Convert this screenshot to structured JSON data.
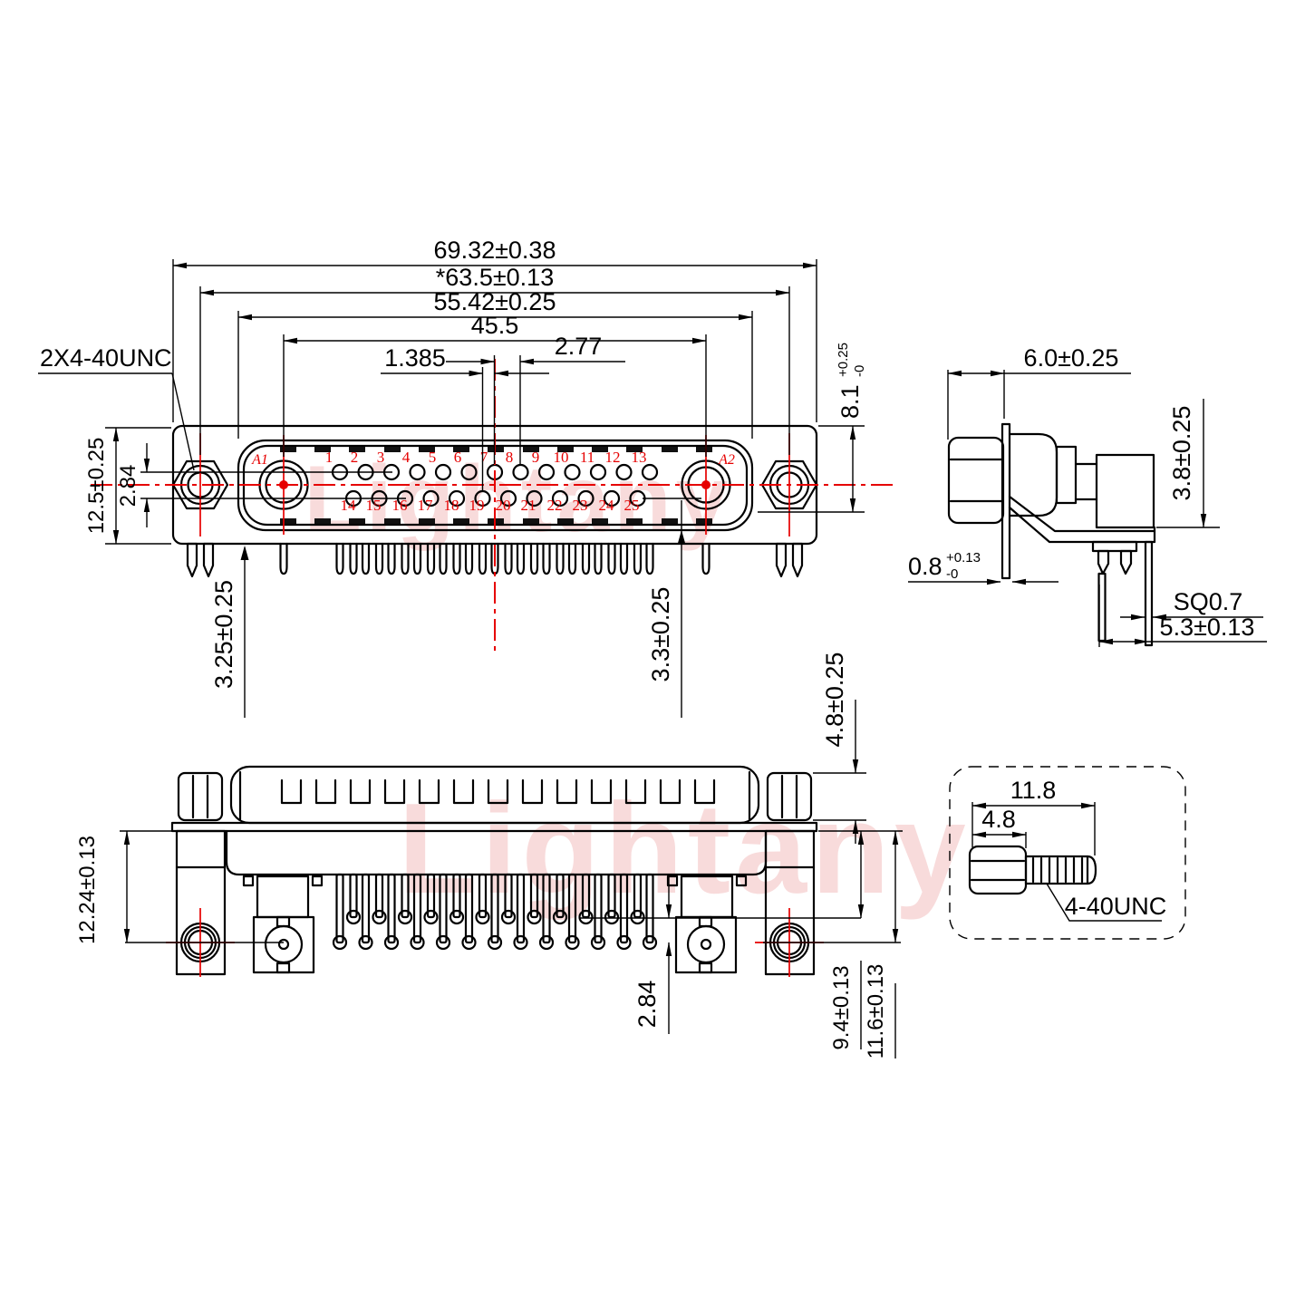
{
  "colors": {
    "stroke": "#000000",
    "red": "#e60000",
    "watermark_pink": "#ea8c8c"
  },
  "watermark": {
    "text": "Lightany"
  },
  "front_view": {
    "thread_label": "2X4-40UNC",
    "coax_label_1": "A1",
    "coax_label_2": "A2",
    "dims": {
      "overall_width": "69.32±0.38",
      "mounting_span": "*63.5±0.13",
      "shell_width": "55.42±0.25",
      "coax_span": "45.5",
      "pin_pitch": "2.77",
      "row_offset": "1.385",
      "shell_height_value": "8.1",
      "shell_height_plus": "+0.25",
      "shell_height_minus": "-0",
      "flange_height": "12.5±0.25",
      "row_gap": "2.84",
      "left_standoff": "3.25±0.25",
      "right_standoff": "3.3±0.25"
    },
    "pins_row1": [
      "1",
      "2",
      "3",
      "4",
      "5",
      "6",
      "7",
      "8",
      "9",
      "10",
      "11",
      "12",
      "13"
    ],
    "pins_row2": [
      "14",
      "15",
      "16",
      "17",
      "18",
      "19",
      "20",
      "21",
      "22",
      "23",
      "24",
      "25"
    ]
  },
  "side_view": {
    "dims": {
      "front_depth": "6.0±0.25",
      "tail_setback": "3.8±0.25",
      "flange_thickness_value": "0.8",
      "flange_thickness_plus": "+0.13",
      "flange_thickness_minus": "-0",
      "pin_section": "SQ0.7",
      "tail_length": "5.3±0.13"
    }
  },
  "bottom_view": {
    "dims": {
      "bracket_depth": "12.24±0.13",
      "row_gap": "2.84",
      "nut_height": "4.8±0.25",
      "short_tail": "9.4±0.13",
      "long_tail": "11.6±0.13"
    }
  },
  "detail_view": {
    "dims": {
      "screw_length": "11.8",
      "hex_length": "4.8"
    },
    "thread_label": "4-40UNC"
  }
}
